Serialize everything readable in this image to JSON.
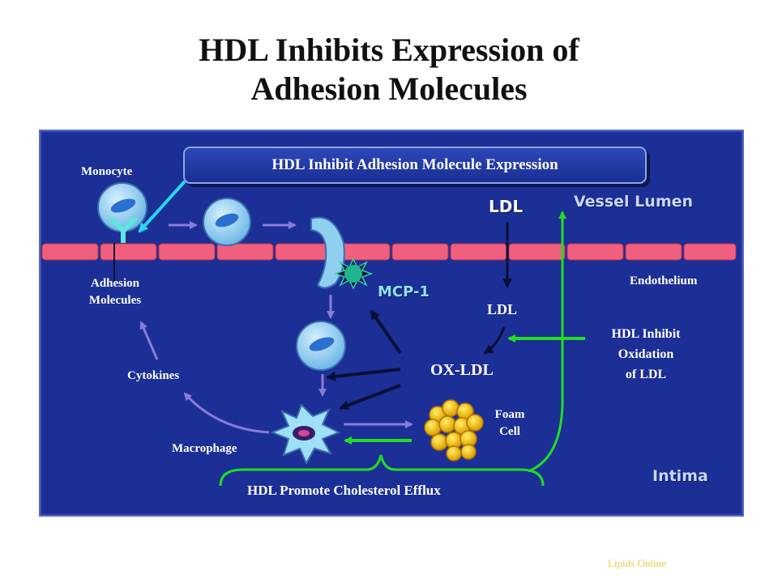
{
  "title": {
    "line1": "HDL Inhibits Expression of",
    "line2": "Adhesion Molecules"
  },
  "banner": {
    "text": "HDL Inhibit Adhesion Molecule Expression"
  },
  "labels": {
    "monocyte": "Monocyte",
    "vessel_lumen": "Vessel Lumen",
    "ldl_top": "LDL",
    "adhesion_1": "Adhesion",
    "adhesion_2": "Molecules",
    "endothelium": "Endothelium",
    "mcp1": "MCP-1",
    "ldl_mid": "LDL",
    "hdl_ox_1": "HDL Inhibit",
    "hdl_ox_2": "Oxidation",
    "hdl_ox_3": "of LDL",
    "oxldl": "OX-LDL",
    "cytokines": "Cytokines",
    "foam_1": "Foam",
    "foam_2": "Cell",
    "macrophage": "Macrophage",
    "intima": "Intima",
    "efflux": "HDL Promote Cholesterol Efflux"
  },
  "footer": {
    "text": "Lipids Online"
  },
  "colors": {
    "panel_bg": "#1b2f96",
    "endothelium": "#f0607e",
    "hdl_arrow": "#22dd22",
    "monocyte": "#9fd8f2",
    "foam_cell": "#f5c40f",
    "region_label": "#c9d6ff",
    "footer": "#e8c84a"
  }
}
